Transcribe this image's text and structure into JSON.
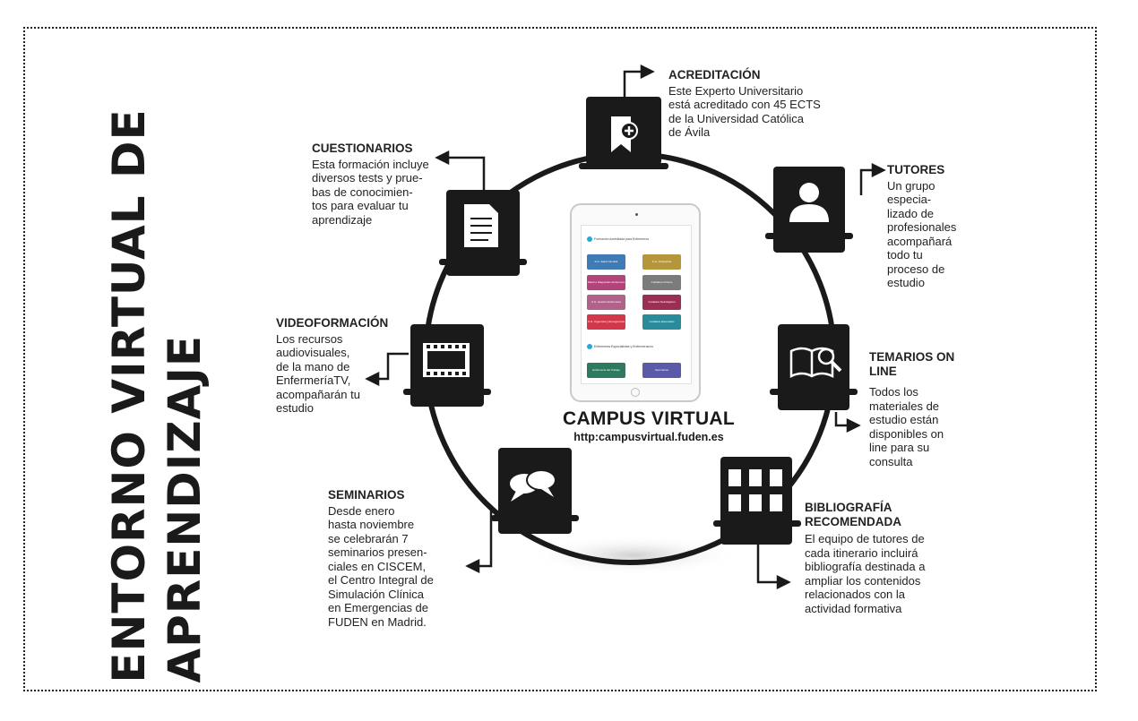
{
  "title": {
    "line1": "ENTORNO VIRTUAL DE",
    "line2": "APRENDIZAJE"
  },
  "center": {
    "name": "CAMPUS VIRTUAL",
    "url": "http:campusvirtual.fuden.es"
  },
  "tablet": {
    "section1": "Formación Acreditada para Enfermeros",
    "section2": "Enfermeras Especialistas y Enfermeras/os",
    "tiles": [
      {
        "label": "S.G. Salud Familiar",
        "color": "#3f7bb5"
      },
      {
        "label": "S.G. Obstetricia",
        "color": "#b6963a"
      },
      {
        "label": "Salud e Diagnóstico Enfermero",
        "color": "#b2437b"
      },
      {
        "label": "Cuidados Críticos",
        "color": "#7b7b7b"
      },
      {
        "label": "S.G. Gestión Enfermería",
        "color": "#b0628b"
      },
      {
        "label": "Cuidados Nefrológicos",
        "color": "#9b2f52"
      },
      {
        "label": "S.G. Urgencias y Emergencias",
        "color": "#d2384a"
      },
      {
        "label": "Cuidados Especiales",
        "color": "#2a8b9a"
      },
      {
        "label": "Enfermería del Trabajo",
        "color": "#2f7a5f"
      },
      {
        "label": "Seminarios",
        "color": "#5a5aa8"
      }
    ]
  },
  "nodes": {
    "acreditacion": {
      "heading": "ACREDITACIÓN",
      "body": "Este Experto Universitario\nestá acreditado con 45 ECTS\nde la Universidad Católica\nde Ávila",
      "icon": "bookmark-plus-icon"
    },
    "tutores": {
      "heading": "TUTORES",
      "body": "Un grupo\nespecia-\nlizado de\nprofesionales\nacompañará\ntodo tu\nproceso de\nestudio",
      "icon": "user-icon"
    },
    "temarios": {
      "heading": "TEMARIOS ON\nLINE",
      "body": "Todos los\nmateriales de\nestudio están\ndisponibles on\nline para su\nconsulta",
      "icon": "book-search-icon"
    },
    "bibliografia": {
      "heading": "BIBLIOGRAFÍA\nRECOMENDADA",
      "body": "El equipo de tutores de\ncada itinerario incluirá\nbibliografía destinada a\nampliar los contenidos\nrelacionados con la\nactividad formativa",
      "icon": "documents-icon"
    },
    "seminarios": {
      "heading": "SEMINARIOS",
      "body": "Desde enero\nhasta noviembre\nse celebrarán 7\nseminarios presen-\nciales en CISCEM,\nel Centro Integral de\nSimulación Clínica\nen Emergencias de\nFUDEN en Madrid.",
      "icon": "chat-bubbles-icon"
    },
    "videoformacion": {
      "heading": "VIDEOFORMACIÓN",
      "body": "Los recursos\naudiovisuales,\nde la mano de\nEnfermeríaTV,\nacompañarán tu\nestudio",
      "icon": "film-icon"
    },
    "cuestionarios": {
      "heading": "CUESTIONARIOS",
      "body": "Esta formación incluye\ndiversos tests y prue-\nbas de conocimien-\ntos para evaluar tu\naprendizaje",
      "icon": "document-icon"
    }
  },
  "colors": {
    "ink": "#1a1a1a",
    "frame": "#222222"
  }
}
